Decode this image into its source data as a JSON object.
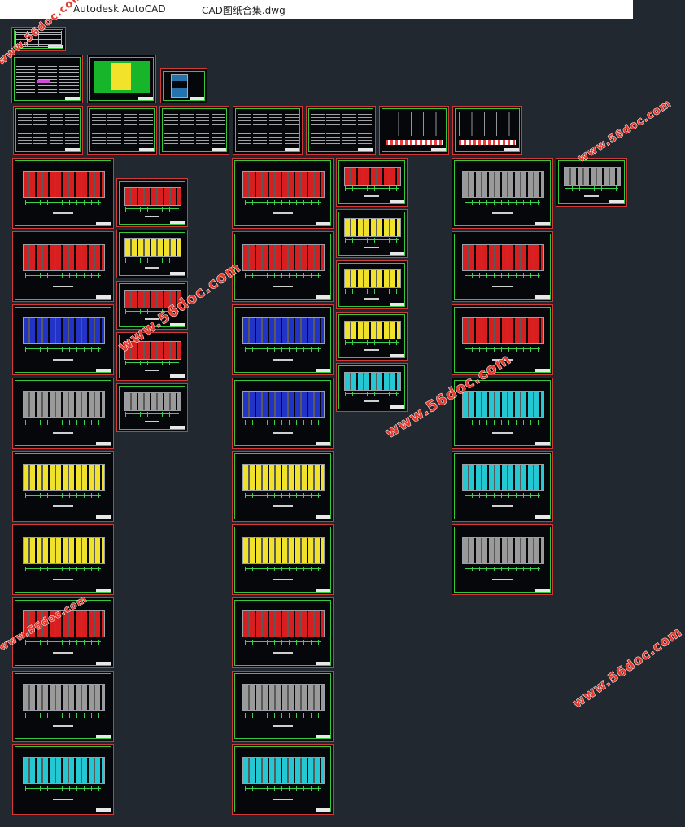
{
  "window": {
    "app_title": "Autodesk AutoCAD",
    "file_title": "CAD图纸合集.dwg"
  },
  "colors": {
    "canvas_bg": "#212830",
    "sheet_frame": "#35c83a",
    "sheet_border": "#d13838",
    "plan_red": "#d81e1e",
    "plan_blue": "#2233c8",
    "plan_yellow": "#f0e22a",
    "plan_gray": "#9a9a9a",
    "plan_cyan": "#24c8d2",
    "watermark": "#e63a2e"
  },
  "watermarks": [
    {
      "text": "www.56doc.com"
    },
    {
      "text": "www.56doc.com"
    },
    {
      "text": "www.56doc.com"
    },
    {
      "text": "www.56doc.com"
    },
    {
      "text": "www.56doc.com"
    },
    {
      "text": "www.56doc.com"
    }
  ]
}
